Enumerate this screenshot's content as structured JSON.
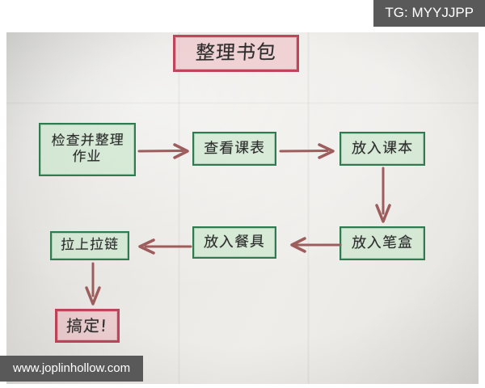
{
  "watermarks": {
    "top_right": "TG: MYYJJPP",
    "bottom_left": "www.joplinhollow.com"
  },
  "flowchart": {
    "title": "整理书包",
    "nodes": [
      {
        "id": "title",
        "label": "整理书包",
        "style": "pink"
      },
      {
        "id": "n1",
        "label": "检查并整理\n作业",
        "line1": "检查并整理",
        "line2": "作业",
        "style": "green"
      },
      {
        "id": "n2",
        "label": "查看课表",
        "style": "green"
      },
      {
        "id": "n3",
        "label": "放入课本",
        "style": "green"
      },
      {
        "id": "n4",
        "label": "放入笔盒",
        "style": "green"
      },
      {
        "id": "n5",
        "label": "放入餐具",
        "style": "green"
      },
      {
        "id": "n6",
        "label": "拉上拉链",
        "style": "green"
      },
      {
        "id": "done",
        "label": "搞定!",
        "style": "pink"
      }
    ],
    "edges": [
      {
        "from": "n1",
        "to": "n2",
        "direction": "right"
      },
      {
        "from": "n2",
        "to": "n3",
        "direction": "right"
      },
      {
        "from": "n3",
        "to": "n4",
        "direction": "down"
      },
      {
        "from": "n4",
        "to": "n5",
        "direction": "left"
      },
      {
        "from": "n5",
        "to": "n6",
        "direction": "left"
      },
      {
        "from": "n6",
        "to": "done",
        "direction": "down"
      }
    ]
  },
  "colors": {
    "node_green_border": "#2f7a4e",
    "node_green_fill": "#c6e6c9",
    "node_pink_border": "#c0455a",
    "node_pink_fill": "#eeb2ba",
    "arrow": "#9e5d5d",
    "paper": "#ecebe7",
    "watermark_bg": "#595959",
    "ink": "#2b2b2b"
  }
}
